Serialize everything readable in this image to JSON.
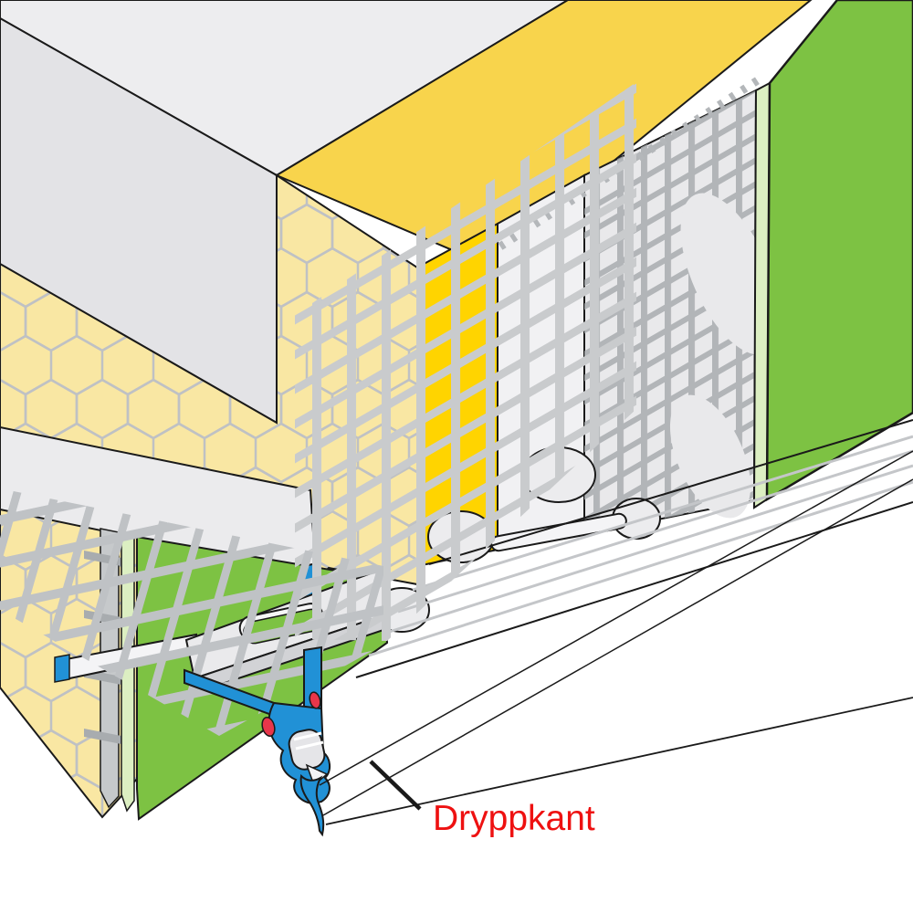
{
  "diagram": {
    "label": {
      "text": "Dryppkant",
      "color": "#EE1111"
    },
    "colors": {
      "background": "#FFFFFF",
      "outline": "#1A1A1A",
      "concrete_top": "#EDEDEF",
      "concrete_face": "#E3E3E6",
      "insulation_yellow": "#F9E7A3",
      "honeycomb_line": "#BFC1C4",
      "board_gold_top": "#F8D44C",
      "board_gold_face": "#FFD400",
      "mesh_light": "#C9CBCD",
      "mesh_dark": "#A4A8AB",
      "base_coat": "#F1F1F3",
      "base_coat_2": "#E9E9EB",
      "render_green": "#7DC243",
      "render_green_pale": "#DCEFC2",
      "profile_blue": "#2191D6",
      "profile_insert_gray": "#E5E5E8",
      "marker_red": "#E8364A",
      "plate_gray": "#EAEAEC",
      "plate_edge_gray": "#D2D3D6"
    },
    "parts": [
      {
        "name": "concrete-slab",
        "color": "#EDEDEF"
      },
      {
        "name": "mineral-wool-insulation",
        "color": "#F9E7A3"
      },
      {
        "name": "insulation-board",
        "color": "#FFD400"
      },
      {
        "name": "reinforcement-mesh",
        "color": "#C9CBCD"
      },
      {
        "name": "embedded-mesh",
        "color": "#A4A8AB"
      },
      {
        "name": "base-coat",
        "color": "#F1F1F3"
      },
      {
        "name": "finish-render",
        "color": "#7DC243"
      },
      {
        "name": "drip-edge-profile",
        "color": "#2191D6"
      },
      {
        "name": "fixing-markers",
        "color": "#E8364A"
      }
    ]
  }
}
